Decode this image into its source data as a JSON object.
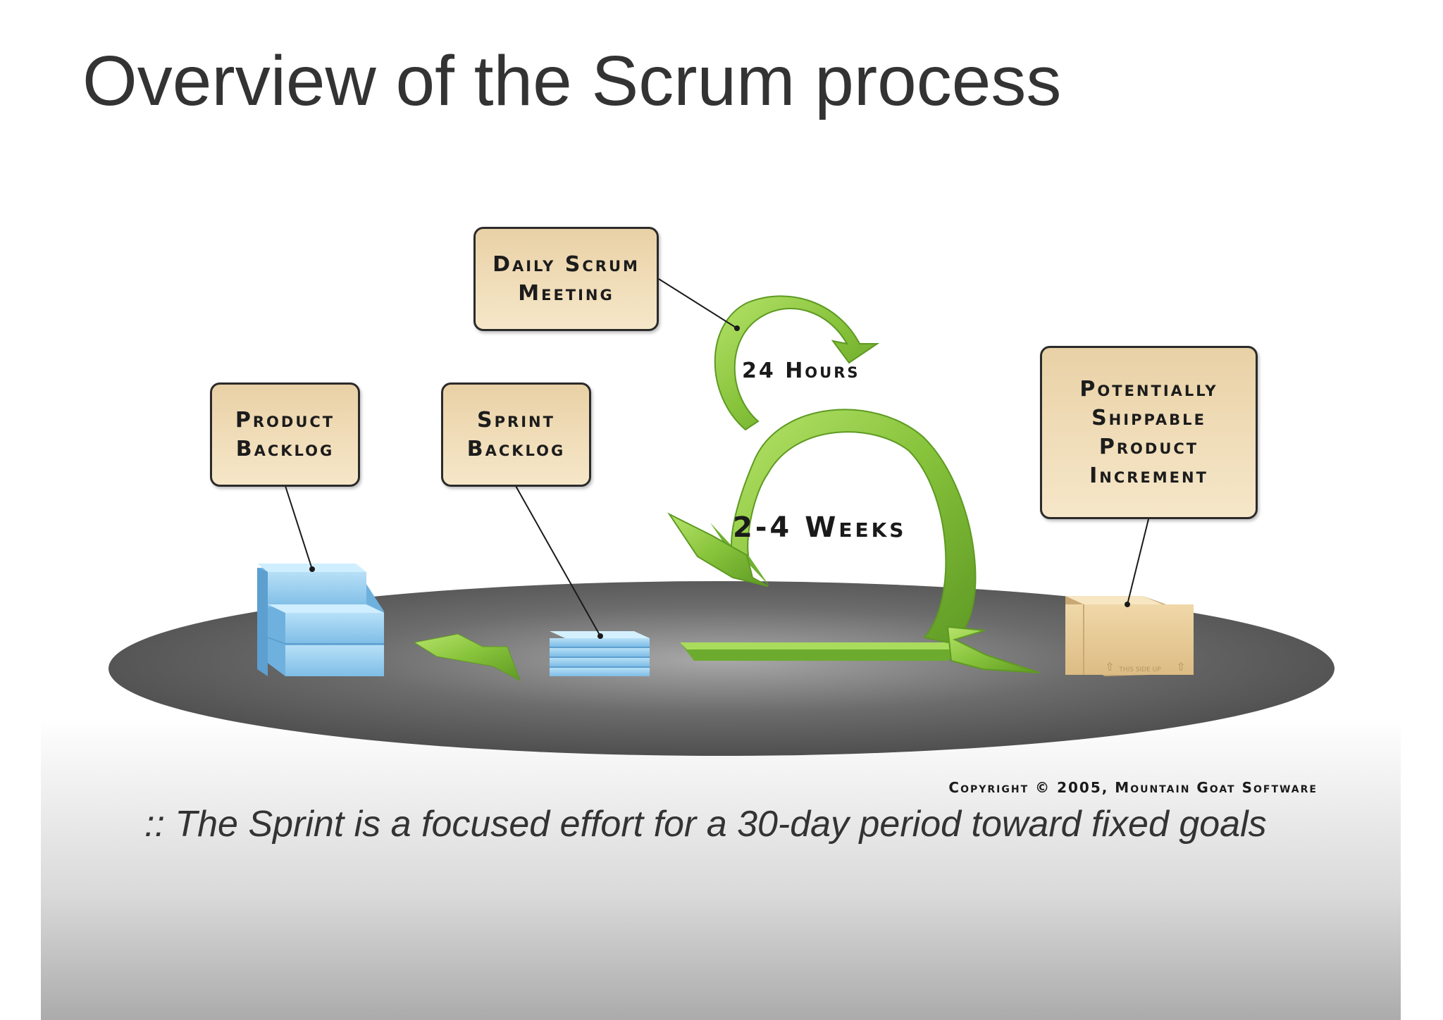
{
  "slide": {
    "title": "Overview of the Scrum process",
    "caption": ":: The Sprint is a focused effort for a 30-day period toward fixed goals"
  },
  "diagram": {
    "labels": {
      "daily_scrum": [
        "Daily Scrum",
        "Meeting"
      ],
      "product_backlog": [
        "Product",
        "Backlog"
      ],
      "sprint_backlog": [
        "Sprint",
        "Backlog"
      ],
      "potentially_shippable": [
        "Potentially",
        "Shippable",
        "Product",
        "Increment"
      ]
    },
    "cycle_daily": "24 Hours",
    "cycle_sprint": "2-4 Weeks",
    "box_text": "THIS SIDE UP",
    "copyright": "Copyright © 2005, Mountain Goat Software"
  },
  "colors": {
    "label_fill": "#f2dfbb",
    "arrow_green": "#8cc63f",
    "disc_dark": "#5c5c5c",
    "backlog_blue": "#9ccfee",
    "crate_tan": "#e8c995"
  }
}
